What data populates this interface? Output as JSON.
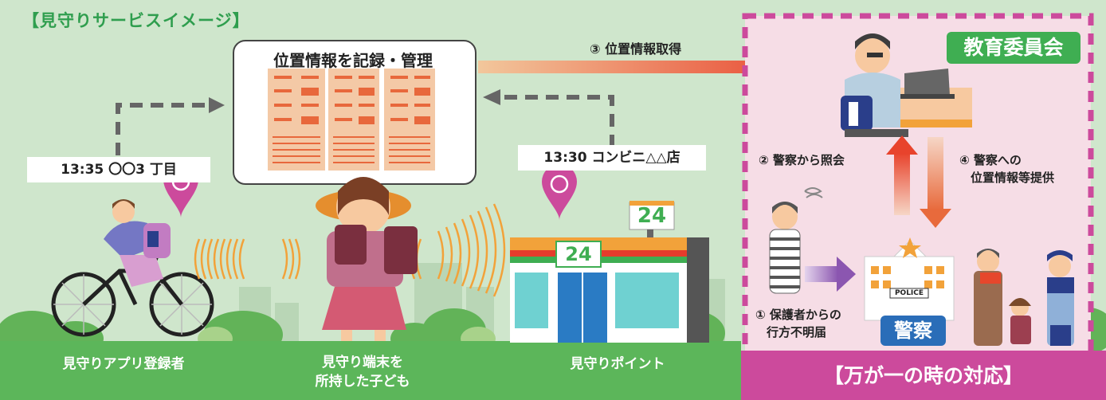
{
  "title": "【見守りサービスイメージ】",
  "server_box": {
    "label": "位置情報を記録・管理"
  },
  "steps": {
    "step3": "③ 位置情報取得",
    "step2": "② 警察から照会",
    "step4_line1": "④ 警察への",
    "step4_line2": "位置情報等提供",
    "step1_line1": "① 保護者からの",
    "step1_line2": "行方不明届"
  },
  "locations": {
    "cyclist_log": "13:35 〇〇3 丁目",
    "store_log": "13:30 コンビニ△△店"
  },
  "store": {
    "sign_number": "24"
  },
  "bottom_labels": {
    "app_user": "見守りアプリ登録者",
    "child_line1": "見守り端末を",
    "child_line2": "所持した子ども",
    "point": "見守りポイント",
    "emergency": "【万が一の時の対応】"
  },
  "orgs": {
    "board": "教育委員会",
    "police": "警察",
    "police_sign": "POLICE"
  },
  "colors": {
    "title_green": "#2f9e4e",
    "ground_green": "#5cb65a",
    "magenta": "#cc4a9c",
    "panel_pink": "#f6dde6",
    "board_green": "#3fae52",
    "police_blue": "#2a6db8",
    "arrow_red": "#e8432c",
    "arrow_orange": "#ee7a43",
    "arrow_purple": "#8b56b0"
  }
}
